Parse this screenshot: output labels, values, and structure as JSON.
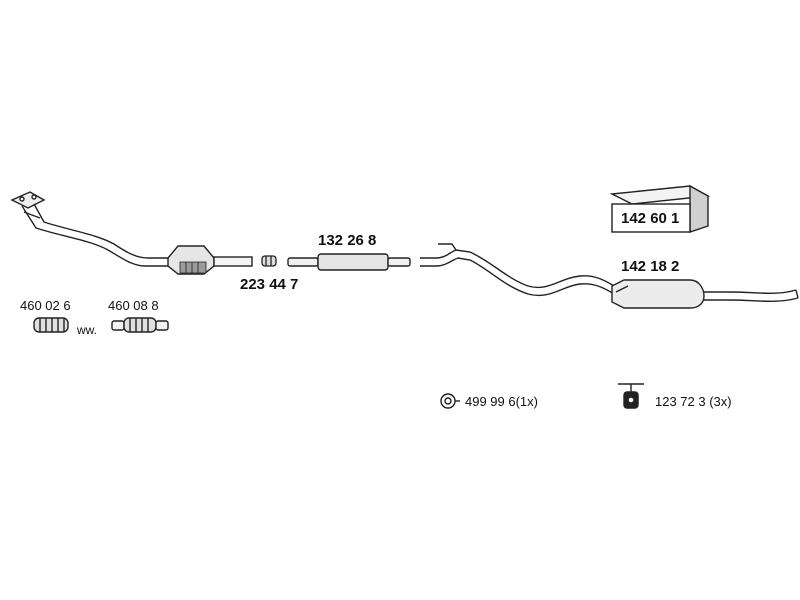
{
  "parts": {
    "catalytic_pipe_a": "460 02 6",
    "catalytic_pipe_b": "460 08 8",
    "or_separator": "ww.",
    "clamp": "223 44 7",
    "middle_silencer": "132 26 8",
    "rear_silencer": "142 18 2",
    "mounting_kit_box": "142 60 1"
  },
  "fittings": {
    "ring": "499 99 6(1x)",
    "hanger": "123 72 3 (3x)"
  },
  "colors": {
    "stroke": "#222222",
    "pipe_fill": "#e6e6e6",
    "shade": "#9a9a9a"
  }
}
